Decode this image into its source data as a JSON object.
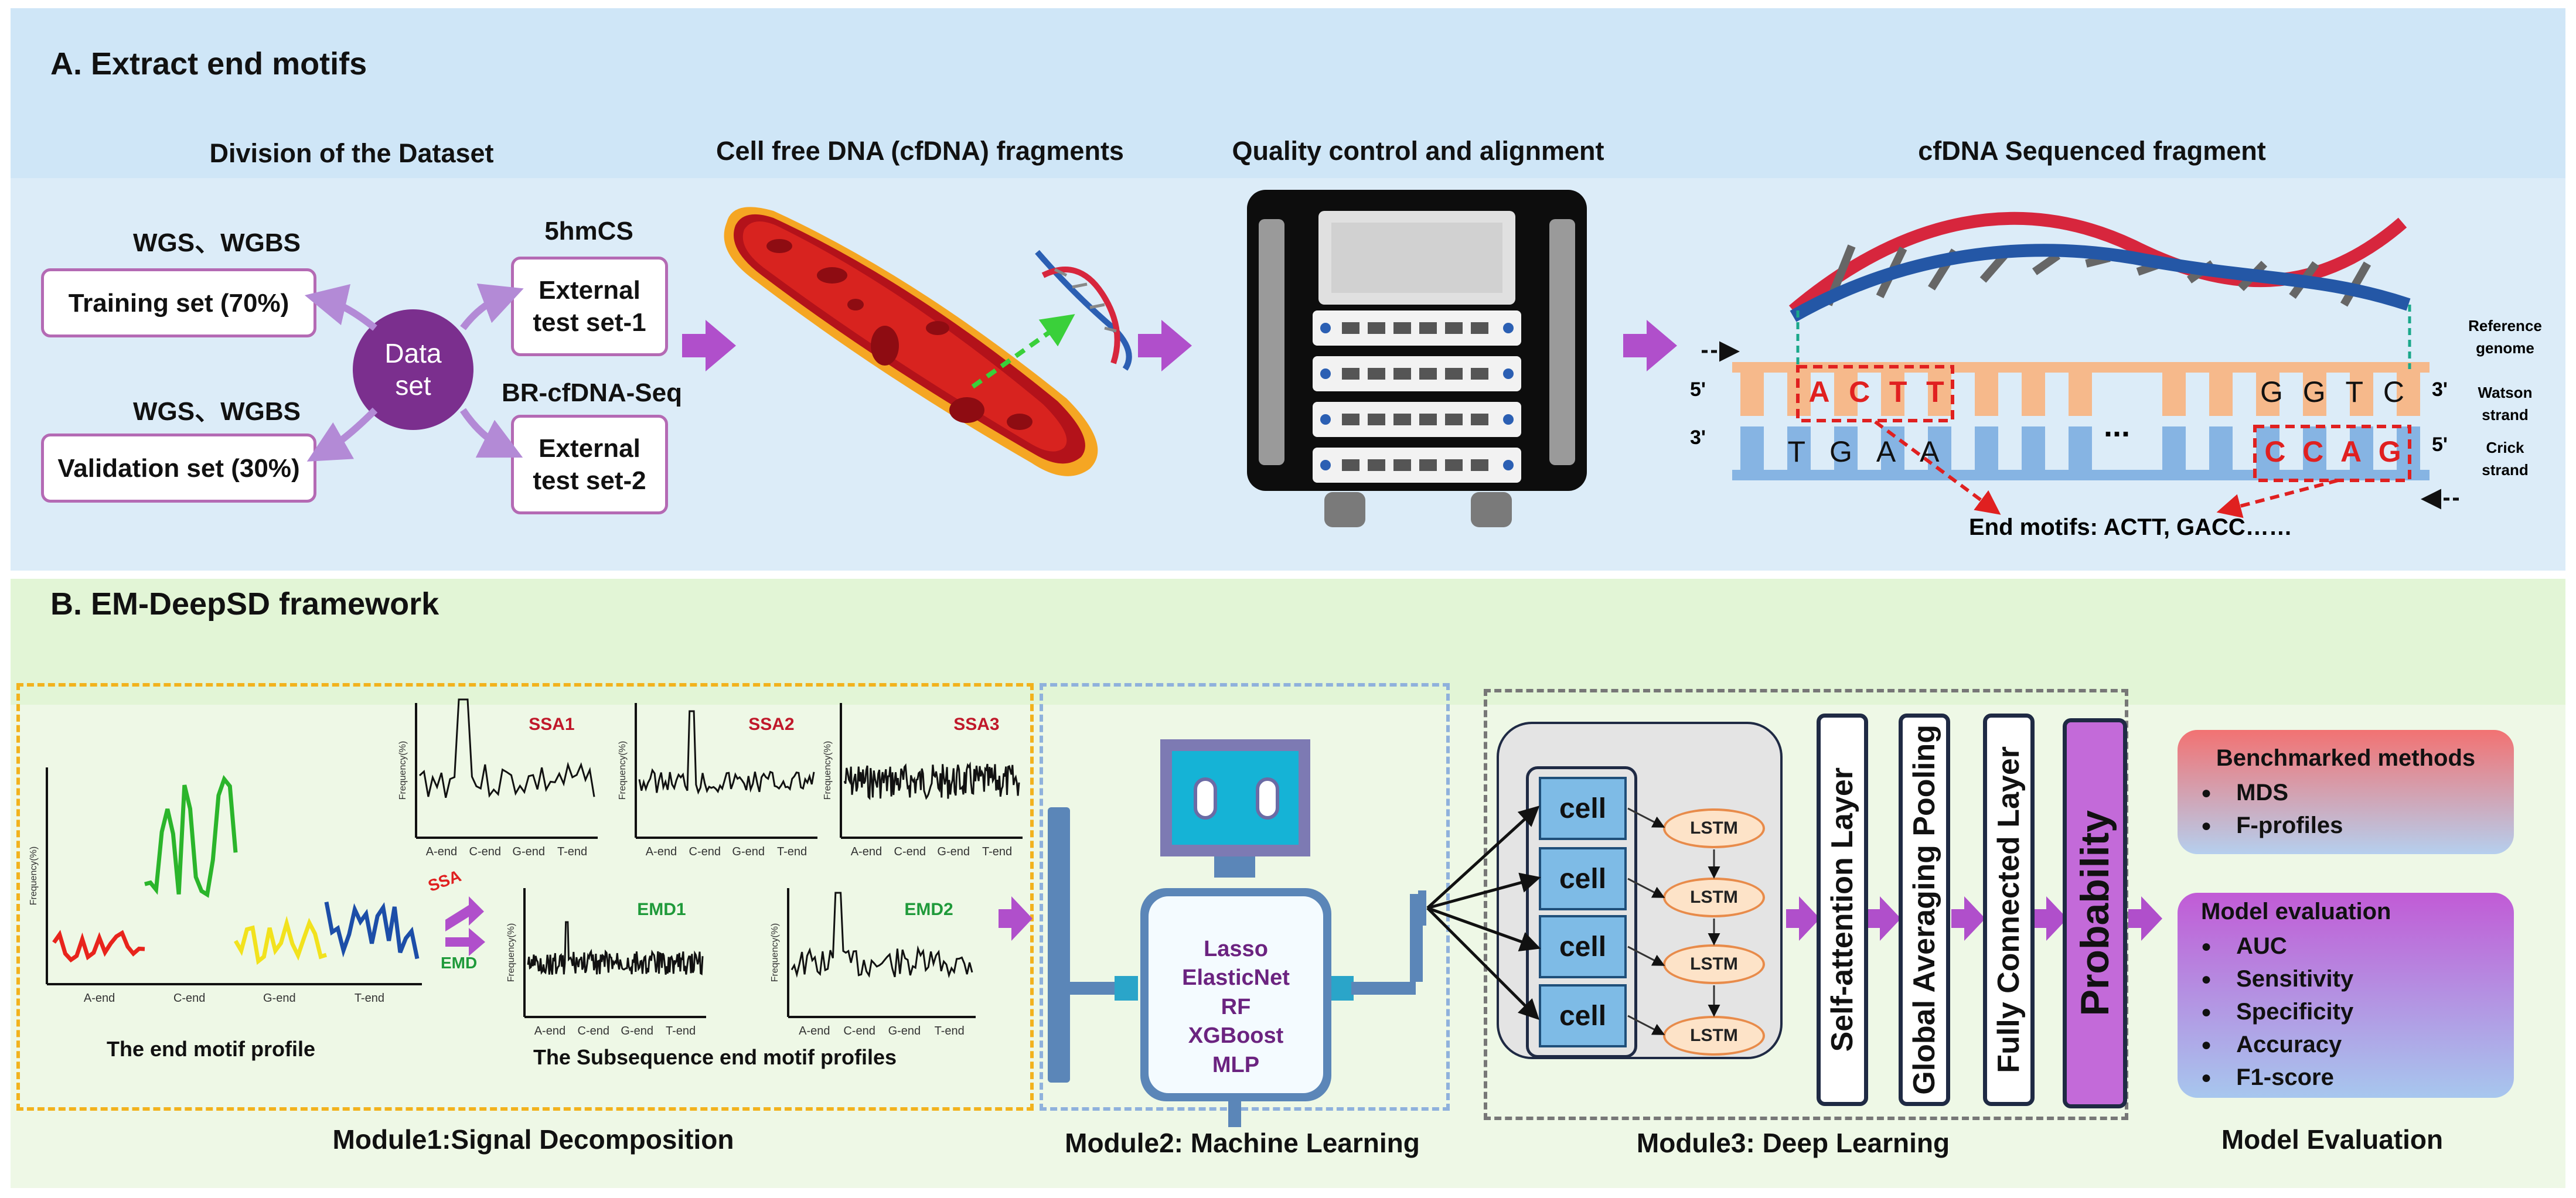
{
  "sectionA": {
    "title": "A. Extract end motifs",
    "headers": {
      "division": "Division of the Dataset",
      "cfdna": "Cell free DNA (cfDNA) fragments",
      "qc": "Quality control and alignment",
      "seq": "cfDNA Sequenced fragment"
    },
    "dataset": {
      "center": "Data set",
      "wgs1": "WGS、WGBS",
      "wgs2": "WGS、WGBS",
      "training": "Training set (70%)",
      "validation": "Validation set (30%)",
      "hmcs": "5hmCS",
      "brseq": "BR-cfDNA-Seq",
      "ext1": "External test set-1",
      "ext2": "External test set-2"
    },
    "sequence": {
      "top_left": [
        "A",
        "C",
        "T",
        "T"
      ],
      "bottom_left": [
        "T",
        "G",
        "A",
        "A"
      ],
      "top_right": [
        "G",
        "G",
        "T",
        "C"
      ],
      "bottom_right": [
        "C",
        "C",
        "A",
        "G"
      ],
      "ellipsis": "...",
      "five_prime": "5'",
      "three_prime": "3'",
      "reference": "Reference genome",
      "watson": "Watson strand",
      "crick": "Crick strand",
      "end_motifs": "End motifs: ACTT, GACC……"
    }
  },
  "sectionB": {
    "title": "B. EM-DeepSD framework",
    "module1": {
      "label": "Module1:Signal Decomposition",
      "profile_caption": "The end motif profile",
      "sub_caption": "The Subsequence end motif profiles",
      "ylabel": "Frequency(%)",
      "xticks": [
        "A-end",
        "C-end",
        "G-end",
        "T-end"
      ],
      "ssa_arrow": "SSA",
      "emd_arrow": "EMD",
      "subplots": [
        "SSA1",
        "SSA2",
        "SSA3",
        "EMD1",
        "EMD2"
      ]
    },
    "module2": {
      "label": "Module2: Machine Learning",
      "methods": [
        "Lasso",
        "ElasticNet",
        "RF",
        "XGBoost",
        "MLP"
      ]
    },
    "module3": {
      "label": "Module3: Deep Learning",
      "cell": "cell",
      "lstm": "LSTM",
      "layers": [
        "Self-attention Layer",
        "Global Averaging Pooling",
        "Fully Connected Layer"
      ],
      "output": "Probability"
    },
    "evaluation": {
      "label": "Model Evaluation",
      "benchmark_title": "Benchmarked methods",
      "benchmark_items": [
        "MDS",
        "F-profiles"
      ],
      "eval_title": "Model evaluation",
      "eval_items": [
        "AUC",
        "Sensitivity",
        "Specificity",
        "Accuracy",
        "F1-score"
      ]
    }
  }
}
